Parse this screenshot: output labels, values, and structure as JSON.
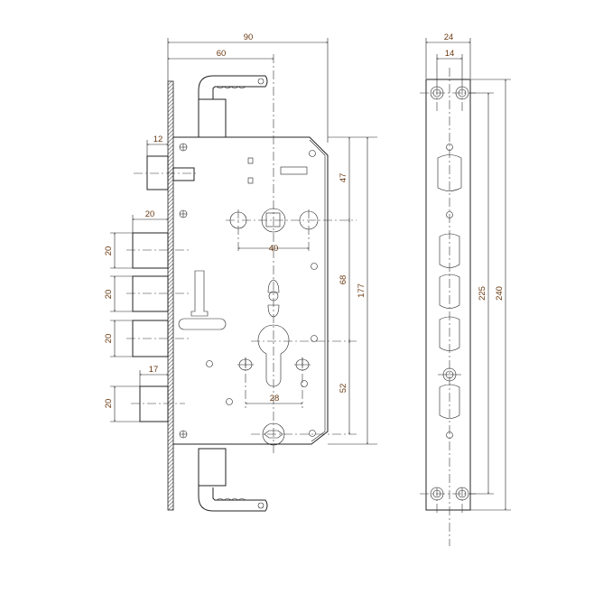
{
  "drawing": {
    "title": "Mortise lock with strike plate",
    "lock_dimensions": {
      "overall_width": "90",
      "backset": "60",
      "latch_projection": "12",
      "bolt_projection": "20",
      "bolt_pitch_1": "20",
      "bolt_pitch_2": "20",
      "bolt_pitch_3": "20",
      "hook_bolt_pitch": "20",
      "hook_projection": "17",
      "follower_spacing": "40",
      "cylinder_hole_spacing": "28",
      "top_to_follower": "47",
      "follower_to_cylinder": "68",
      "cylinder_to_bottom": "52",
      "case_height": "177"
    },
    "strike_dimensions": {
      "width": "24",
      "hole_spacing": "14",
      "hole_pitch": "225",
      "length": "240"
    },
    "colors": {
      "line": "#222222",
      "dimension_text": "#6a3a12"
    }
  }
}
